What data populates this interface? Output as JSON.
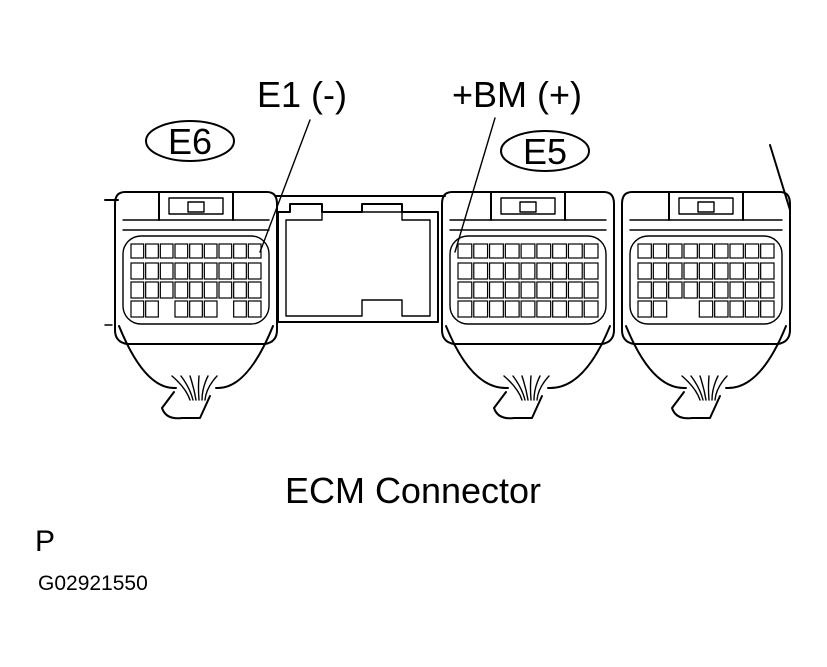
{
  "labels": {
    "e1": "E1  (-)",
    "bm": "+BM (+)",
    "e6": "E6",
    "e5": "E5",
    "title": "ECM Connector",
    "p": "P",
    "code": "G02921550"
  },
  "colors": {
    "ink": "#000000",
    "paper": "#ffffff"
  }
}
